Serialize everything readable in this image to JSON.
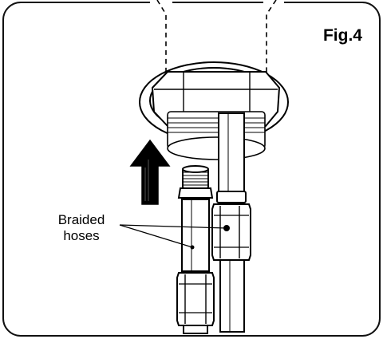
{
  "figure": {
    "label": "Fig.4",
    "callout_line1": "Braided",
    "callout_line2": "hoses"
  },
  "colors": {
    "line": "#000000",
    "frame": "#111111",
    "fill": "#ffffff",
    "shade": "#d8d8d8",
    "arrow": "#000000"
  },
  "icons": {
    "arrow": "up-arrow-icon"
  }
}
